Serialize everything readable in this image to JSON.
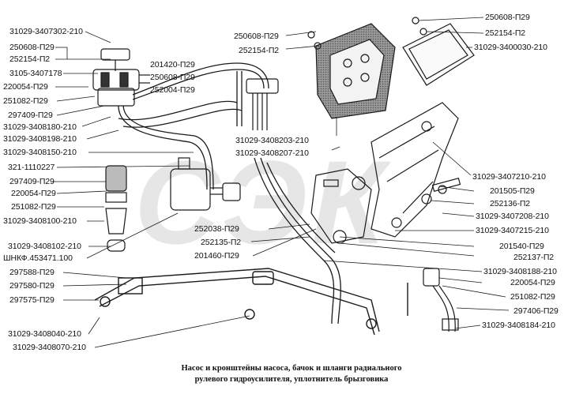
{
  "labels_left": [
    "31029-3407302-210",
    "250608-П29",
    "252154-П2",
    "3105-3407178",
    "220054-П29",
    "251082-П29",
    "297409-П29",
    "31029-3408180-210",
    "31029-3408198-210",
    "31029-3408150-210",
    "321-1110227",
    "297409-П29",
    "220054-П29",
    "251082-П29",
    "31029-3408100-210",
    "31029-3408102-210",
    "ШНКФ.453471.100",
    "297588-П29",
    "297580-П29",
    "297575-П29",
    "31029-3408040-210",
    "31029-3408070-210"
  ],
  "labels_mid": [
    "201420-П29",
    "250608-П29",
    "252004-П29",
    "250608-П29",
    "252154-П2",
    "31029-3408203-210",
    "31029-3408207-210",
    "252038-П29",
    "252135-П2",
    "201460-П29"
  ],
  "labels_right": [
    "250608-П29",
    "252154-П2",
    "31029-3400030-210",
    "31029-3407210-210",
    "201505-П29",
    "252136-П2",
    "31029-3407208-210",
    "31029-3407215-210",
    "201540-П29",
    "252137-П2",
    "31029-3408188-210",
    "220054-П29",
    "251082-П29",
    "297406-П29",
    "31029-3408184-210"
  ],
  "caption": [
    "Насос и кронштейны насоса, бачок и шланги радиального",
    "рулевого гидроусилителя, уплотнитель брызговика"
  ],
  "watermark": "СЭК",
  "colors": {
    "ink": "#1a1a1a",
    "gasket": "#8a8a8a",
    "watermark": "#e6e6e6"
  }
}
